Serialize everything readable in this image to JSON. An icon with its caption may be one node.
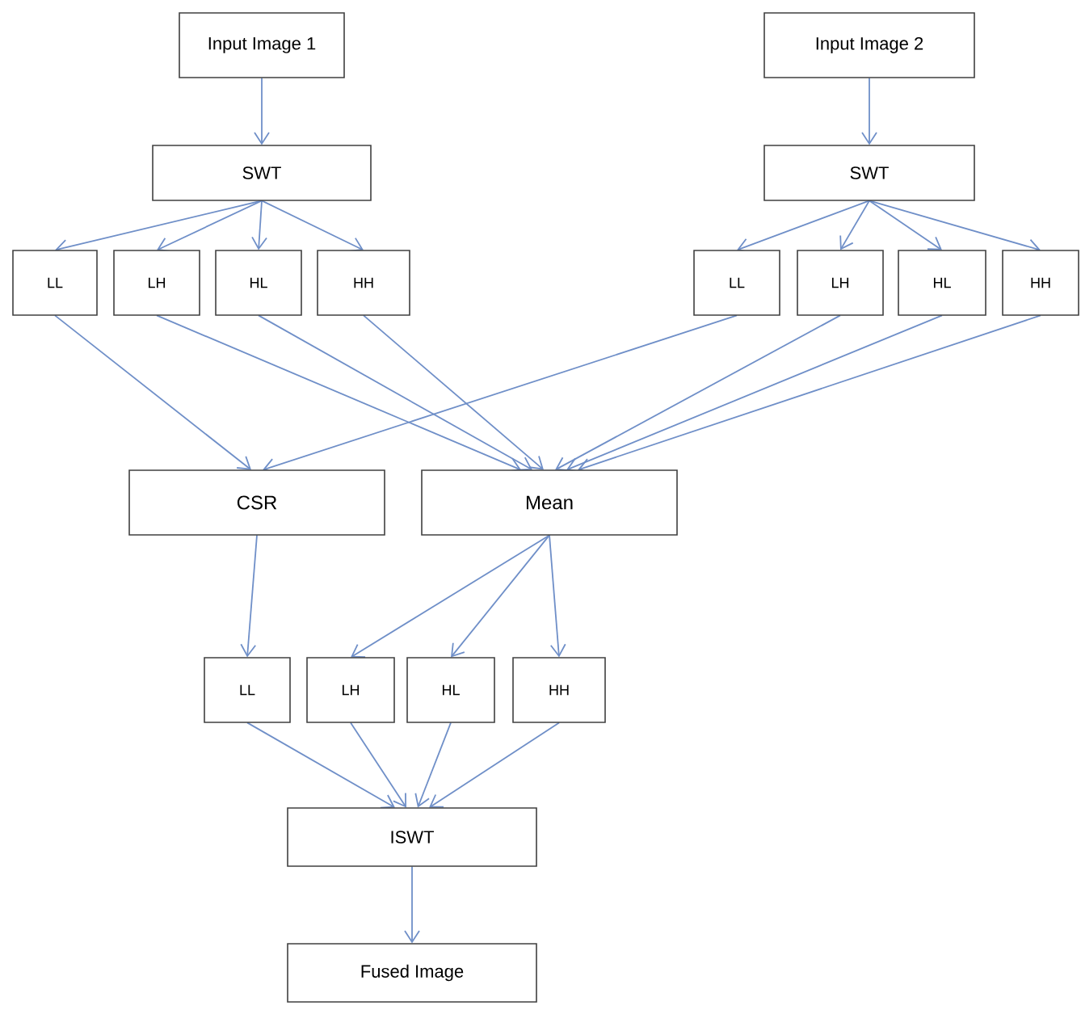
{
  "diagram": {
    "nodes": [
      {
        "text": [
          "Input Image 1"
        ]
      },
      {
        "text": [
          "SWT"
        ]
      },
      {
        "text": [
          "LL"
        ]
      },
      {
        "text": [
          "LH"
        ]
      },
      {
        "text": [
          "HL"
        ]
      },
      {
        "text": [
          "HH"
        ]
      },
      {
        "text": [
          "Input Image 2"
        ]
      },
      {
        "text": [
          "SWT"
        ]
      },
      {
        "text": [
          "LL"
        ]
      },
      {
        "text": [
          "LH"
        ]
      },
      {
        "text": [
          "HL"
        ]
      },
      {
        "text": [
          "HH"
        ]
      },
      {
        "text": [
          "CSR"
        ]
      },
      {
        "text": [
          "Mean"
        ]
      },
      {
        "text": [
          "LL"
        ]
      },
      {
        "text": [
          "LH"
        ]
      },
      {
        "text": [
          "HL"
        ]
      },
      {
        "text": [
          "HH"
        ]
      },
      {
        "text": [
          "ISWT"
        ]
      },
      {
        "text": [
          "Fused Image"
        ]
      }
    ],
    "edges": [
      {
        "from": 0,
        "to": 1,
        "arrow": "to"
      },
      {
        "from": 6,
        "to": 7,
        "arrow": "to"
      },
      {
        "from": 1,
        "to": 2,
        "arrow": "to"
      },
      {
        "from": 1,
        "to": 3,
        "arrow": "to"
      },
      {
        "from": 1,
        "to": 4,
        "arrow": "to"
      },
      {
        "from": 1,
        "to": 5,
        "arrow": "to"
      },
      {
        "from": 7,
        "to": 8,
        "arrow": "to"
      },
      {
        "from": 7,
        "to": 9,
        "arrow": "to"
      },
      {
        "from": 7,
        "to": 10,
        "arrow": "to"
      },
      {
        "from": 7,
        "to": 11,
        "arrow": "to"
      },
      {
        "from": 2,
        "to": 12,
        "arrow": "to"
      },
      {
        "from": 8,
        "to": 12,
        "arrow": "to"
      },
      {
        "from": 3,
        "to": 13,
        "arrow": "to"
      },
      {
        "from": 4,
        "to": 13,
        "arrow": "to"
      },
      {
        "from": 5,
        "to": 13,
        "arrow": "to"
      },
      {
        "from": 9,
        "to": 13,
        "arrow": "to"
      },
      {
        "from": 10,
        "to": 13,
        "arrow": "to"
      },
      {
        "from": 11,
        "to": 13,
        "arrow": "to"
      },
      {
        "from": 12,
        "to": 14,
        "arrow": "to"
      },
      {
        "from": 13,
        "to": 15,
        "arrow": "to"
      },
      {
        "from": 13,
        "to": 16,
        "arrow": "to"
      },
      {
        "from": 13,
        "to": 17,
        "arrow": "to"
      },
      {
        "from": 14,
        "to": 18,
        "arrow": "to"
      },
      {
        "from": 15,
        "to": 18,
        "arrow": "to"
      },
      {
        "from": 16,
        "to": 18,
        "arrow": "to"
      },
      {
        "from": 17,
        "to": 18,
        "arrow": "to"
      },
      {
        "from": 18,
        "to": 19,
        "arrow": "to"
      }
    ]
  }
}
